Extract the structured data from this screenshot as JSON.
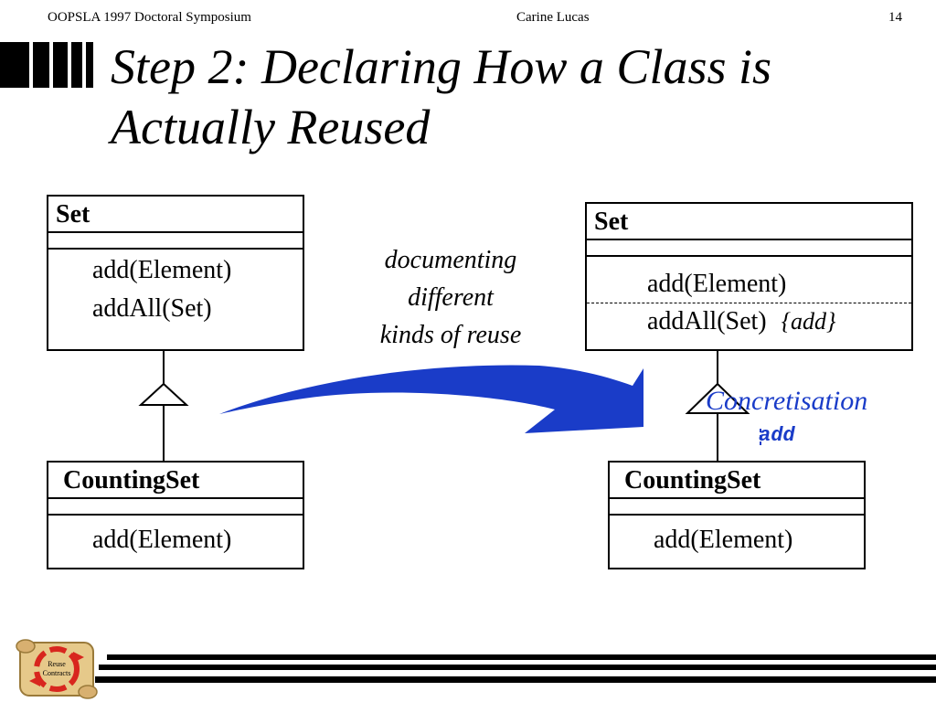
{
  "header": {
    "left": "OOPSLA 1997 Doctoral Symposium",
    "center": "Carine Lucas",
    "right": "14"
  },
  "title": "Step 2:  Declaring How a Class is Actually Reused",
  "left_diagram": {
    "superclass": {
      "name": "Set",
      "operations": [
        "add(Element)",
        "addAll(Set)"
      ]
    },
    "subclass": {
      "name": "CountingSet",
      "operations": [
        "add(Element)"
      ]
    }
  },
  "middle_label": [
    "documenting",
    "different",
    "kinds of reuse"
  ],
  "right_diagram": {
    "superclass": {
      "name": "Set",
      "operations": [
        "add(Element)",
        "addAll(Set)"
      ],
      "annotation": "{add}"
    },
    "subclass": {
      "name": "CountingSet",
      "operations": [
        "add(Element)"
      ]
    },
    "reuse_contract": "Concretisation",
    "reuse_operation": "add"
  },
  "logo": {
    "text_line1": "Reuse",
    "text_line2": "Contracts"
  },
  "colors": {
    "accent": "#1a3cc8",
    "logo_red": "#d8261e",
    "logo_parchment": "#e6c98a"
  }
}
